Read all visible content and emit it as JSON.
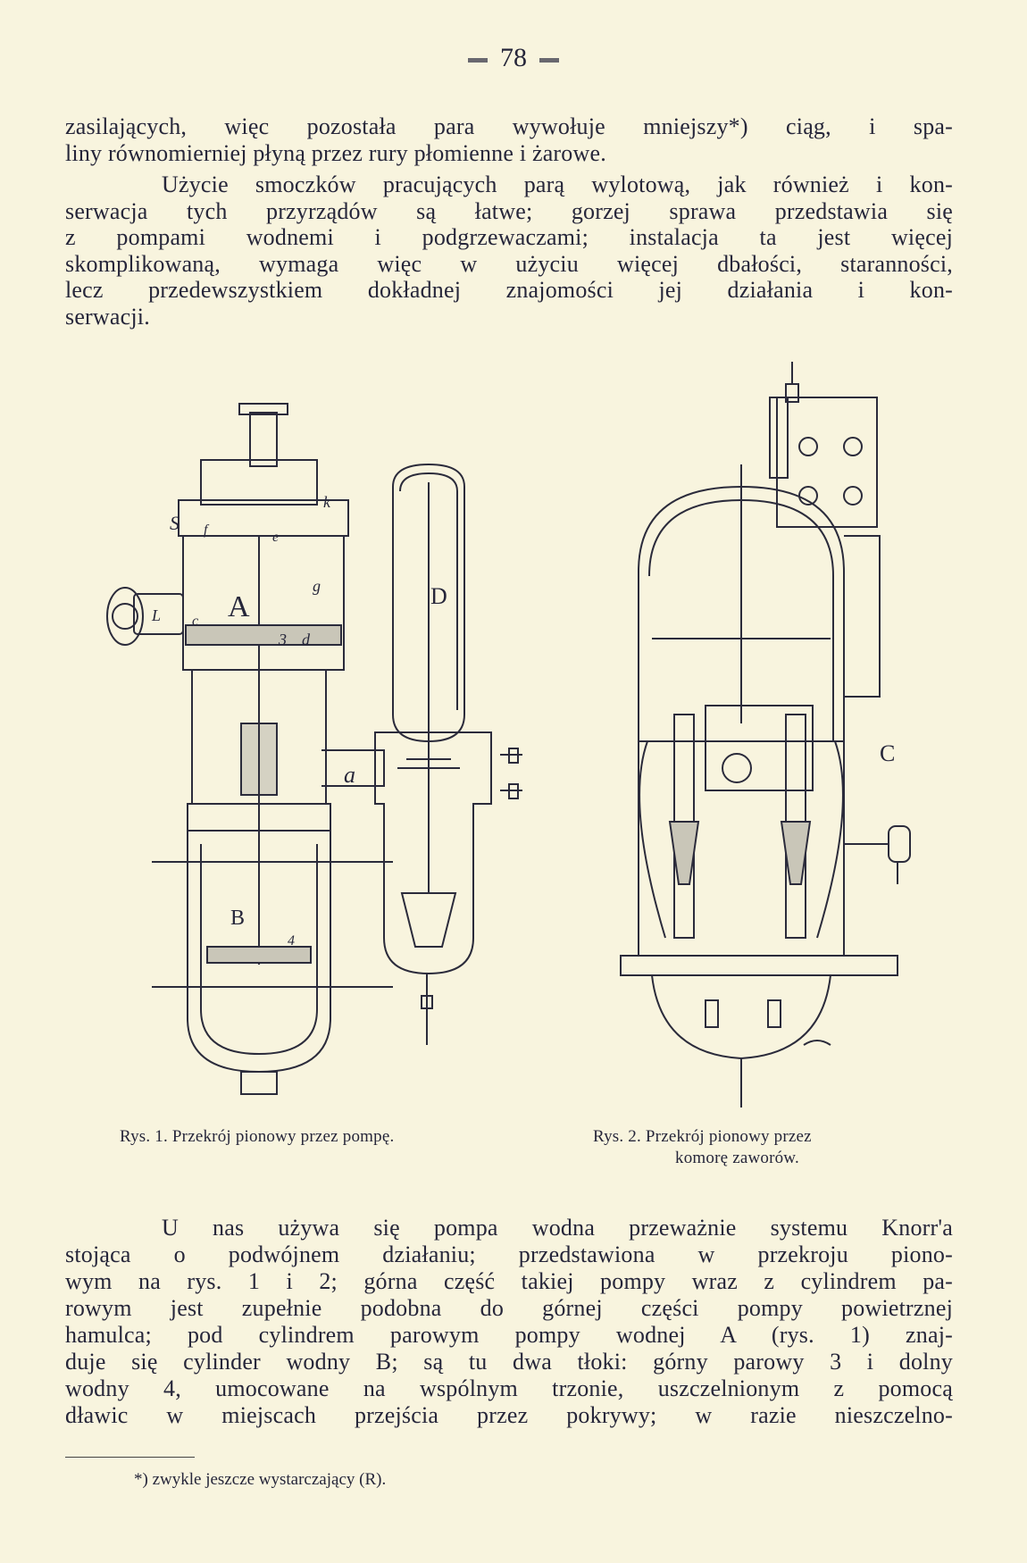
{
  "page_number": "78",
  "paragraphs": [
    {
      "lines": [
        "zasilających, więc pozostała para wywołuje mniejszy*) ciąg, i spa-",
        "liny równomierniej płyną przez rury płomienne i żarowe."
      ]
    },
    {
      "lines": [
        "Użycie smoczków pracujących parą wylotową, jak również i kon-",
        "serwacja tych przyrządów są łatwe; gorzej sprawa przedstawia się",
        "z pompami wodnemi i podgrzewaczami; instalacja ta jest więcej",
        "skomplikowaną, wymaga więc w użyciu więcej dbałości, staranności,",
        "lecz przedewszystkiem dokładnej znajomości jej działania i kon-",
        "serwacji."
      ]
    },
    {
      "lines": [
        "U nas używa się pompa wodna przeważnie systemu Knorr'a",
        "stojąca o podwójnem działaniu; przedstawiona w przekroju piono-",
        "wym na rys. 1 i 2; górna część takiej pompy wraz z cylindrem pa-",
        "rowym jest zupełnie podobna do górnej części pompy powietrznej",
        "hamulca; pod cylindrem parowym pompy wodnej A (rys. 1) znaj-",
        "duje się cylinder wodny B; są tu dwa tłoki: górny parowy 3 i dolny",
        "wodny 4, umocowane na wspólnym trzonie, uszczelnionym z pomocą",
        "dławic w miejscach przejścia przez pokrywy; w razie nieszczelno-"
      ]
    }
  ],
  "figures": [
    {
      "caption": "Rys. 1. Przekrój pionowy przez pompę.",
      "labels": {
        "S": "S",
        "k": "k",
        "f": "f",
        "e": "e",
        "A": "A",
        "c": "c",
        "L": "L",
        "g": "g",
        "n3": "3",
        "d": "d",
        "D": "D",
        "a": "a",
        "B": "B",
        "n4": "4"
      }
    },
    {
      "caption_line1": "Rys. 2. Przekrój pionowy przez",
      "caption_line2": "komorę zaworów.",
      "labels": {
        "C": "C"
      }
    }
  ],
  "footnote": "*) zwykle jeszcze wystarczający (R).",
  "colors": {
    "paper": "#f8f4de",
    "ink": "#26263a"
  }
}
